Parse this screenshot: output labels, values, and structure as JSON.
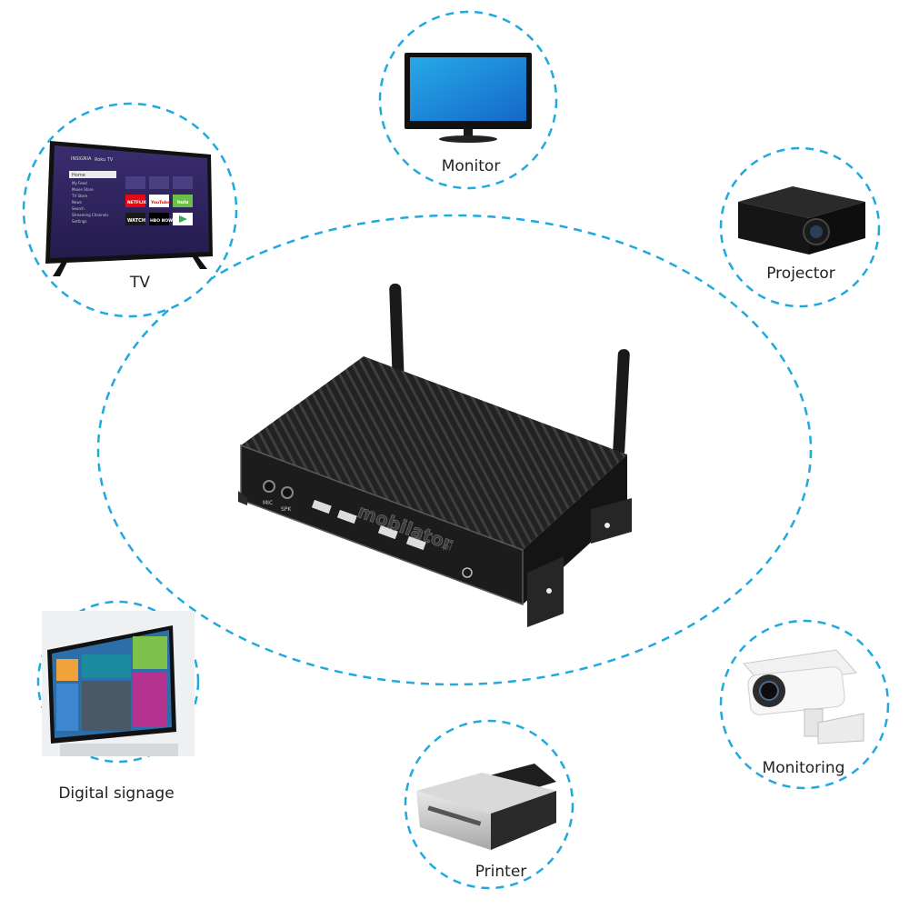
{
  "devices": {
    "tv": "TV",
    "monitor": "Monitor",
    "projector": "Projector",
    "digital_signage": "Digital signage",
    "monitoring": "Monitoring",
    "printer": "Printer"
  },
  "tv_screen": {
    "brand": "INSIGNIA",
    "platform": "Roku TV",
    "menu": [
      "Home",
      "My Feed",
      "Movie Store",
      "TV Store",
      "News",
      "Search",
      "Streaming Channels",
      "Settings"
    ],
    "tiles": [
      "NETFLIX",
      "YouTube",
      "hulu",
      "WATCH",
      "HBO NOW"
    ]
  },
  "mini_pc": {
    "brand": "mobilator",
    "brand_suffix": ".pl",
    "port_labels": [
      "MIC",
      "SPK"
    ]
  },
  "colors": {
    "dash": "#1fa9de",
    "case": "#1c1c1c"
  }
}
